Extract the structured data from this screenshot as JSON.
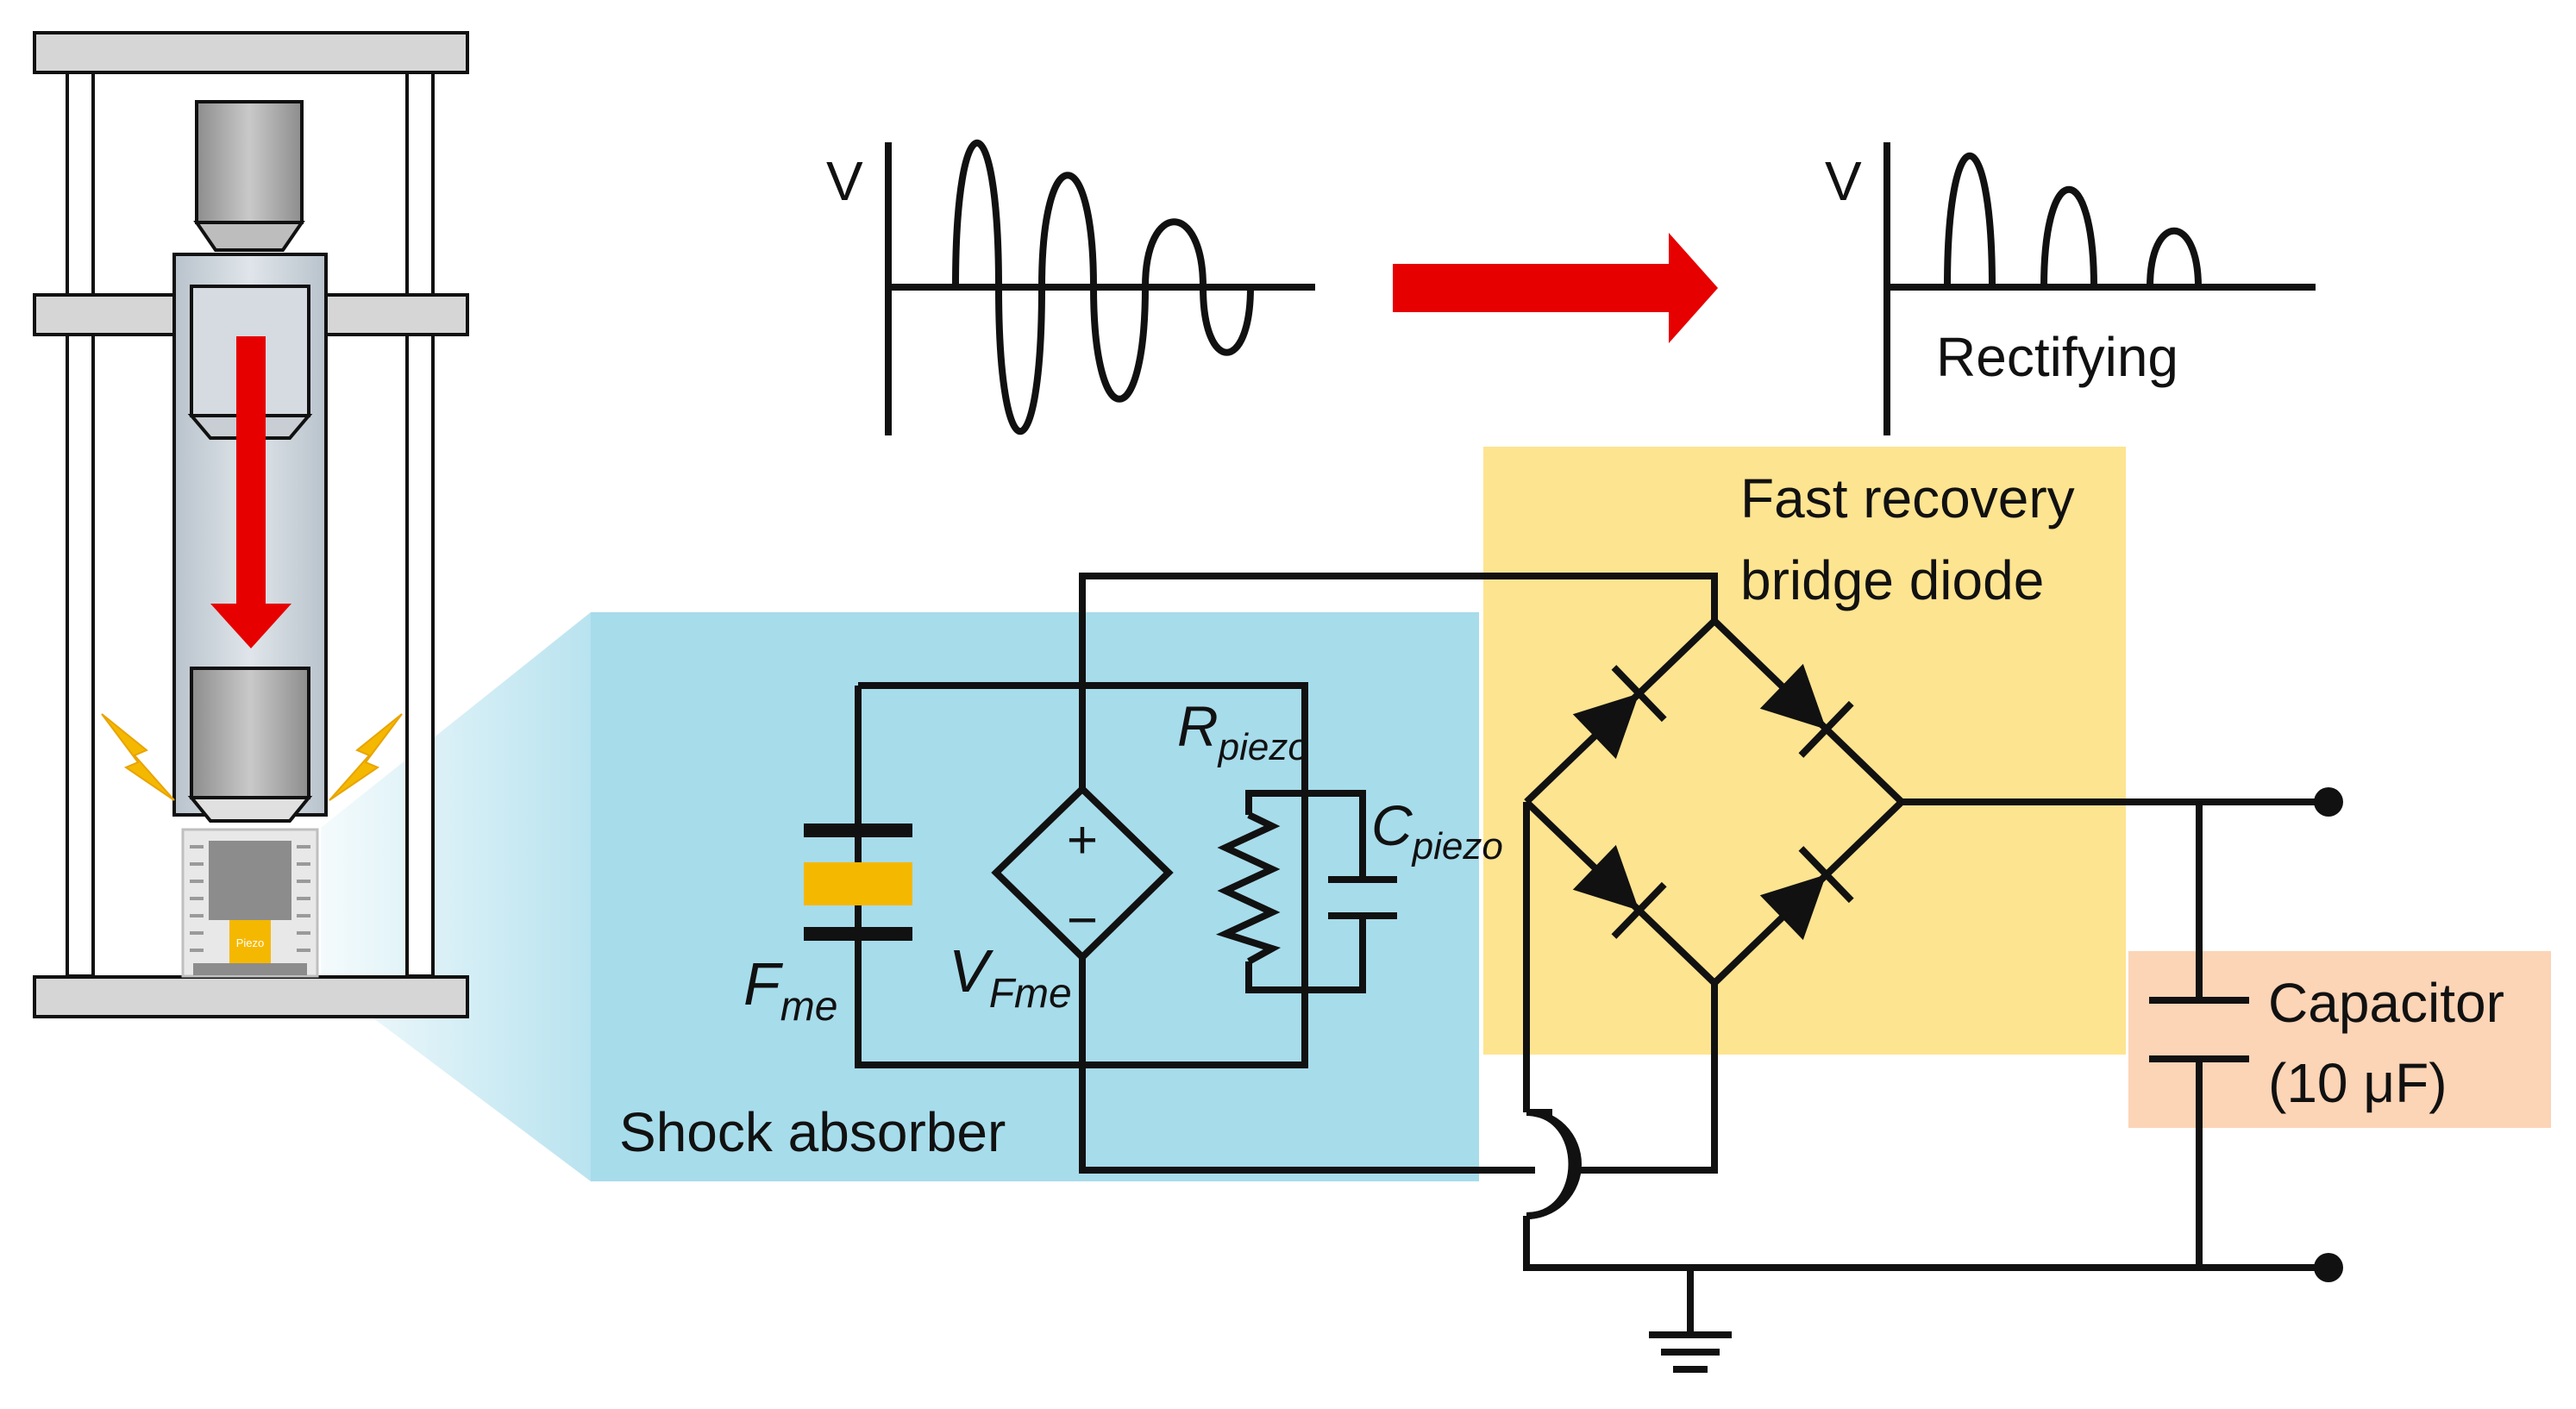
{
  "waveform_left": {
    "axis_label": "V"
  },
  "waveform_right": {
    "axis_label": "V",
    "caption": "Rectifying"
  },
  "diode_box": {
    "title_line1": "Fast recovery",
    "title_line2": "bridge diode",
    "color": "#fde490"
  },
  "shock_box": {
    "label": "Shock absorber",
    "color": "#a7dceb"
  },
  "capacitor_box": {
    "line1": "Capacitor",
    "line2": "(10 μF)",
    "color": "#fcd4b6"
  },
  "components": {
    "force_source": {
      "symbol": "F",
      "subscript": "me"
    },
    "voltage_source": {
      "symbol": "V",
      "subscript": "Fme",
      "plus": "+",
      "minus": "−"
    },
    "resistor": {
      "symbol": "R",
      "subscript": "piezo"
    },
    "capacitor": {
      "symbol": "C",
      "subscript": "piezo"
    }
  },
  "apparatus": {
    "piezo_label": "Piezo"
  },
  "colors": {
    "arrow": "#e60000",
    "piezo": "#f5b800",
    "frame": "#d6d6d6",
    "wire": "#000000"
  }
}
